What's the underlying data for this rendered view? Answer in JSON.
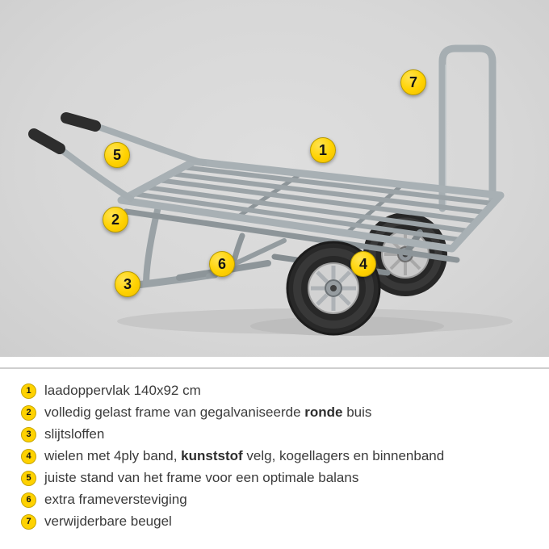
{
  "image": {
    "description": "galvanized two-wheel flatbed cart with push bar, handles and skid legs, annotated with numbered callouts",
    "callouts": [
      {
        "number": "1"
      },
      {
        "number": "2"
      },
      {
        "number": "3"
      },
      {
        "number": "4"
      },
      {
        "number": "5"
      },
      {
        "number": "6"
      },
      {
        "number": "7"
      }
    ]
  },
  "features": {
    "items": [
      {
        "number": "1",
        "segments": [
          {
            "text": "laadoppervlak 140x92 cm",
            "bold": false
          }
        ]
      },
      {
        "number": "2",
        "segments": [
          {
            "text": "volledig gelast frame van gegalvaniseerde ",
            "bold": false
          },
          {
            "text": "ronde",
            "bold": true
          },
          {
            "text": " buis",
            "bold": false
          }
        ]
      },
      {
        "number": "3",
        "segments": [
          {
            "text": "slijtsloffen",
            "bold": false
          }
        ]
      },
      {
        "number": "4",
        "segments": [
          {
            "text": "wielen met 4ply band, ",
            "bold": false
          },
          {
            "text": "kunststof",
            "bold": true
          },
          {
            "text": " velg, kogellagers en binnenband",
            "bold": false
          }
        ]
      },
      {
        "number": "5",
        "segments": [
          {
            "text": "juiste stand van het frame voor een optimale balans",
            "bold": false
          }
        ]
      },
      {
        "number": "6",
        "segments": [
          {
            "text": "extra frameversteviging",
            "bold": false
          }
        ]
      },
      {
        "number": "7",
        "segments": [
          {
            "text": "verwijderbare beugel",
            "bold": false
          }
        ]
      }
    ]
  },
  "colors": {
    "badge_yellow": "#ffd200",
    "photo_background": "#d7d7d7",
    "text": "#3b3b3b",
    "divider": "#cfcfcf"
  }
}
